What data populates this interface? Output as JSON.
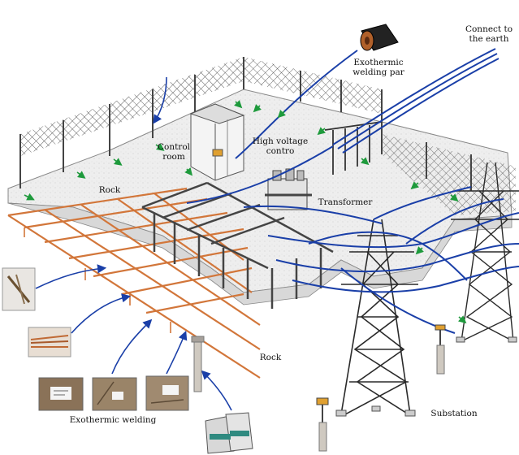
{
  "labels": {
    "connect_to_earth": "Connect to\nthe earth",
    "exothermic_welding_par": "Exothermic\nwelding par",
    "control_room": "Control\nroom",
    "high_voltage_contro": "High voltage\ncontro",
    "rock_top": "Rock",
    "transformer": "Transformer",
    "rock_bottom": "Rock",
    "exothermic_welding": "Exothermic welding",
    "substation": "Substation"
  },
  "colors": {
    "ground_wire": "#1a3fa8",
    "grid_copper": "#d2763a",
    "arrow_green": "#1e9a3c",
    "fence": "#3a3a3a",
    "tower": "#2a2a2a",
    "slab": "#ededed"
  },
  "icons": [
    "exothermic-welding-mold-icon",
    "ground-rod-icon",
    "bagged-powder-icon"
  ]
}
